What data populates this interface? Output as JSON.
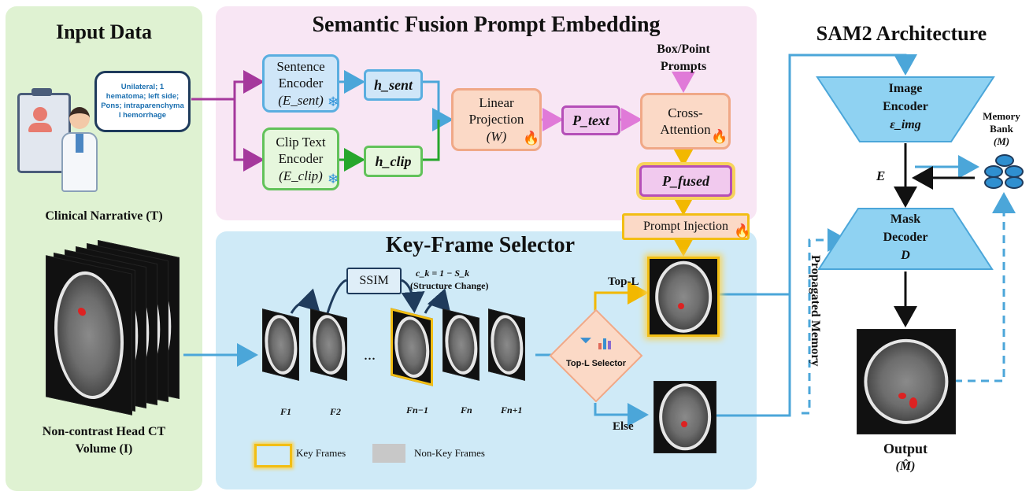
{
  "input_data": {
    "title": "Input Data",
    "bubble_text": "Unilateral; 1 hematoma; left side; Pons; intraparenchyma l hemorrhage",
    "clinical_narrative": "Clinical Narrative (T)",
    "volume_label_1": "Non-contrast Head CT",
    "volume_label_2": "Volume (I)"
  },
  "semantic_fusion": {
    "title": "Semantic Fusion Prompt Embedding",
    "sentence_encoder_1": "Sentence",
    "sentence_encoder_2": "Encoder",
    "sentence_encoder_3": "(E_sent)",
    "clip_encoder_1": "Clip Text",
    "clip_encoder_2": "Encoder",
    "clip_encoder_3": "(E_clip)",
    "h_sent": "h_sent",
    "h_clip": "h_clip",
    "linear_1": "Linear",
    "linear_2": "Projection",
    "linear_3": "(W)",
    "p_text": "P_text",
    "box_point_1": "Box/Point",
    "box_point_2": "Prompts",
    "cross_attention_1": "Cross-",
    "cross_attention_2": "Attention",
    "p_fused": "P_fused",
    "prompt_injection": "Prompt Injection"
  },
  "key_frame_selector": {
    "title": "Key-Frame Selector",
    "ssim": "SSIM",
    "ck_formula": "c_k = 1 − S_k",
    "structure_change": "(Structure Change)",
    "ellipsis": "...",
    "frame_labels": [
      "F1",
      "F2",
      "Fn−1",
      "Fn",
      "Fn+1"
    ],
    "selector": "Top-L Selector",
    "top_l": "Top-L",
    "else": "Else",
    "legend_key": "Key Frames",
    "legend_nonkey": "Non-Key Frames"
  },
  "sam2": {
    "title": "SAM2 Architecture",
    "image_encoder_1": "Image",
    "image_encoder_2": "Encoder",
    "image_encoder_3": "ε_img",
    "memory_bank_1": "Memory",
    "memory_bank_2": "Bank",
    "memory_bank_3": "(M)",
    "e_label": "E",
    "mask_decoder_1": "Mask",
    "mask_decoder_2": "Decoder",
    "mask_decoder_3": "D",
    "propagated_memory": "Propagated Memory",
    "output_1": "Output",
    "output_2": "(M̂)"
  },
  "colors": {
    "input_panel": "#dff2d2",
    "semantic_panel": "#f8e6f4",
    "keyframe_panel": "#cfeaf7",
    "blue_box": "#cfe6f8",
    "blue_border": "#5aaee0",
    "green_box": "#e6f7dd",
    "green_border": "#62c25a",
    "peach_box": "#fbd9c6",
    "peach_border": "#f0a887",
    "purple_box": "#f1c9ee",
    "purple_border": "#b54fb8",
    "gold": "#f2be14",
    "arrow_purple": "#a5389c",
    "arrow_blue": "#4ba6d9",
    "arrow_green": "#27a62c",
    "arrow_pink": "#e07ad8",
    "arrow_gold": "#f2b800",
    "trapezoid": "#8fd2f2"
  }
}
